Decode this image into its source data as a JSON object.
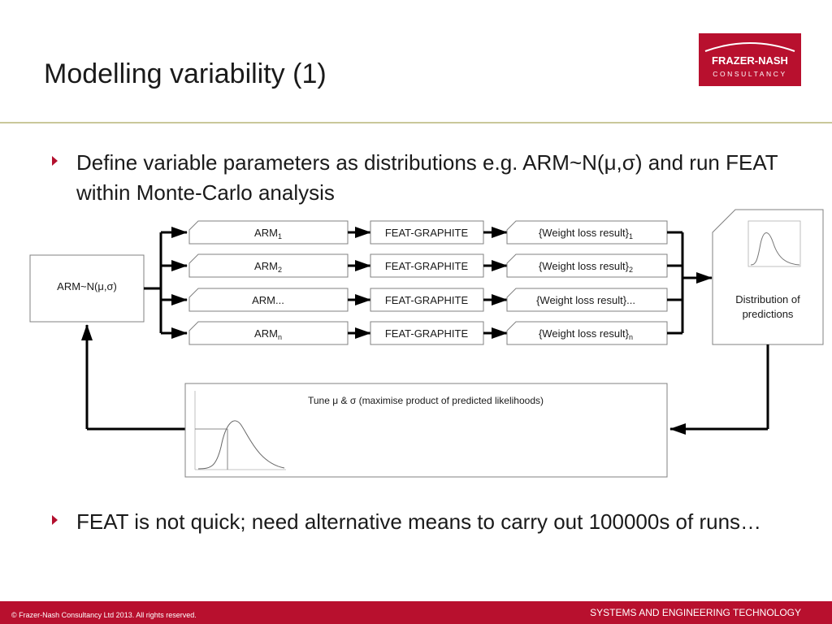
{
  "slide": {
    "title": "Modelling variability (1)",
    "logo_line1": "FRAZER-NASH",
    "logo_line2": "CONSULTANCY",
    "bullets": [
      "Define variable parameters as distributions e.g. ARM~N(μ,σ) and run FEAT within Monte-Carlo analysis",
      "FEAT is not quick; need alternative means to carry out 100000s of runs…"
    ],
    "footer_copyright": "© Frazer-Nash Consultancy Ltd 2013.  All rights reserved.",
    "footer_tagline": "SYSTEMS AND ENGINEERING TECHNOLOGY"
  },
  "diagram": {
    "source_label": "ARM~N(μ,σ)",
    "rows": [
      {
        "arm": "ARM",
        "arm_sub": "1",
        "model": "FEAT-GRAPHITE",
        "result": "{Weight loss result}",
        "result_sub": "1"
      },
      {
        "arm": "ARM",
        "arm_sub": "2",
        "model": "FEAT-GRAPHITE",
        "result": "{Weight loss result}",
        "result_sub": "2"
      },
      {
        "arm": "ARM...",
        "arm_sub": "",
        "model": "FEAT-GRAPHITE",
        "result": "{Weight loss result}...",
        "result_sub": ""
      },
      {
        "arm": "ARM",
        "arm_sub": "n",
        "model": "FEAT-GRAPHITE",
        "result": "{Weight loss result}",
        "result_sub": "n"
      }
    ],
    "output_label_line1": "Distribution of",
    "output_label_line2": "predictions",
    "tune_label": "Tune μ & σ (maximise product of predicted likelihoods)"
  },
  "colors": {
    "brand_red": "#b8102e",
    "rule": "#c9c79a",
    "box_border": "#808080"
  }
}
